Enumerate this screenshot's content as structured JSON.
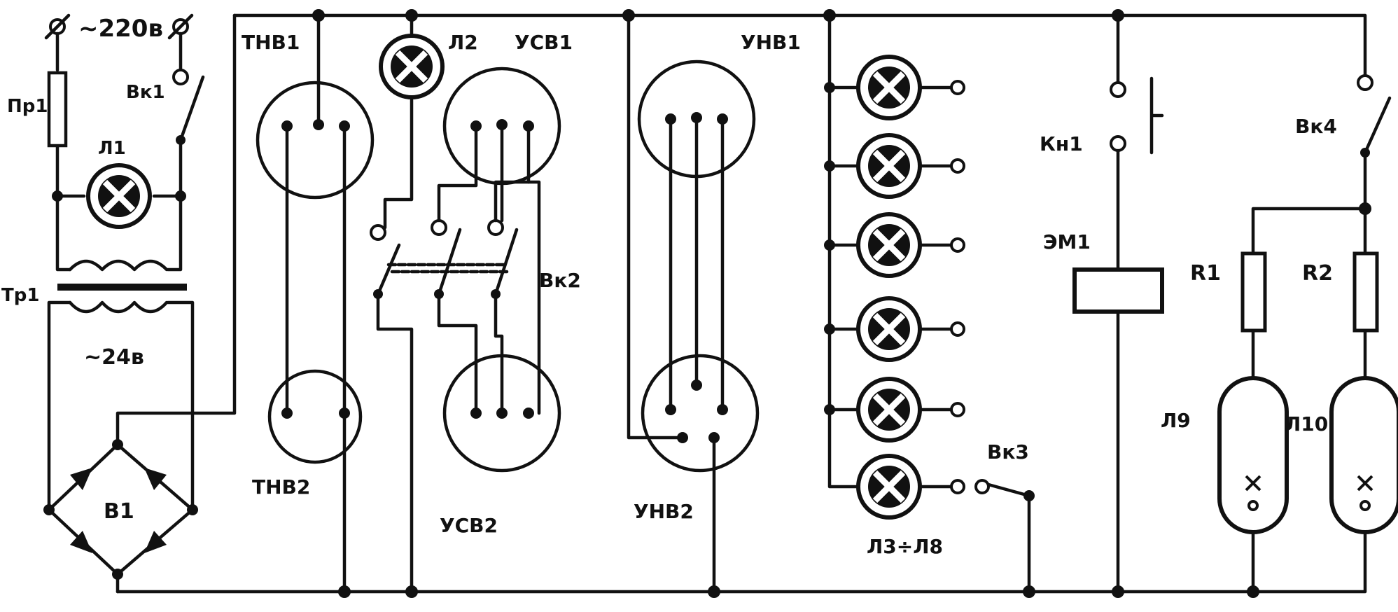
{
  "labels": {
    "supply": "~220в",
    "fuse": "Пр1",
    "switch1": "Вк1",
    "lamp1": "Л1",
    "transformer": "Тр1",
    "secondary": "~24в",
    "bridge": "В1",
    "thv1": "ТНВ1",
    "thv2": "ТНВ2",
    "lamp2": "Л2",
    "usv1": "УСВ1",
    "usv2": "УСВ2",
    "switch2": "Вк2",
    "unv1": "УНВ1",
    "unv2": "УНВ2",
    "lamps38": "Л3÷Л8",
    "switch3": "Вк3",
    "button1": "Кн1",
    "magnet": "ЭМ1",
    "r1": "R1",
    "r2": "R2",
    "switch4": "Вк4",
    "lamp9": "Л9",
    "lamp10": "Л10"
  }
}
